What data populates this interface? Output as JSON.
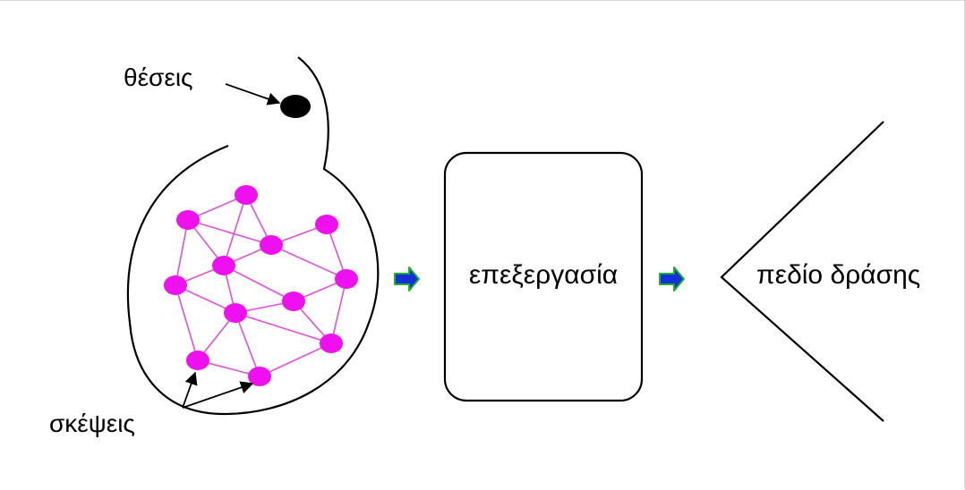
{
  "labels": {
    "positions": "θέσεις",
    "thoughts": "σκέψεις",
    "processing": "επεξεργασία",
    "field_of_action": "πεδίο δράσης"
  },
  "colors": {
    "node": "#ee10ee",
    "edge": "#e050d8",
    "arrow_fill": "#1430d8",
    "arrow_outline": "#20b030",
    "stroke": "#000000"
  }
}
